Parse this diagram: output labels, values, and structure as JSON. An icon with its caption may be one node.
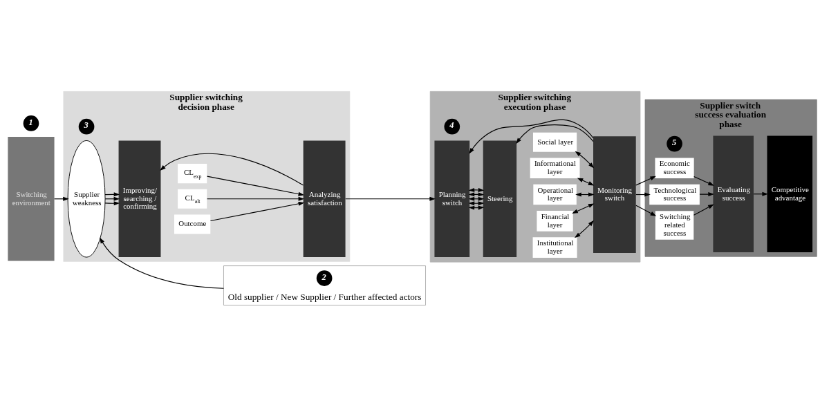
{
  "diagram": {
    "nodes": [
      {
        "text": [
          "Switching environment"
        ]
      },
      {
        "text": [
          "1"
        ]
      },
      {
        "text": [
          "Supplier switching decision phase"
        ]
      },
      {
        "text": [
          "3"
        ],
        "in": 2
      },
      {
        "text": [
          "Supplier weakness"
        ],
        "in": 2
      },
      {
        "text": [
          "Improving/ searching / confirming"
        ],
        "in": 2
      },
      {
        "text": [
          "Outcome"
        ],
        "in": 2
      },
      {
        "text": [
          "CL$_{alt}$"
        ],
        "in": 2
      },
      {
        "text": [
          "CL$_{exp}$"
        ],
        "in": 2
      },
      {
        "text": [
          "Analyzing satisfaction"
        ],
        "in": 2
      },
      {
        "text": [
          "Supplier switching execution phase"
        ]
      },
      {
        "text": [
          "4"
        ],
        "in": 10
      },
      {
        "text": [
          "Planning switch"
        ],
        "in": 10
      },
      {
        "text": [
          "Steering"
        ],
        "in": 10
      },
      {
        "text": [
          "Institutional layer"
        ],
        "in": 10
      },
      {
        "text": [
          "Financial layer"
        ],
        "in": 10
      },
      {
        "text": [
          "Operational layer"
        ],
        "in": 10
      },
      {
        "text": [
          "Informational layer"
        ],
        "in": 10
      },
      {
        "text": [
          "Social layer"
        ],
        "in": 10
      },
      {
        "text": [
          "Monitoring switch"
        ],
        "in": 10
      },
      {
        "text": [
          "Supplier switch success evaluation phase"
        ]
      },
      {
        "text": [
          "5"
        ],
        "in": 20
      },
      {
        "text": [
          "Economic success"
        ],
        "in": 20
      },
      {
        "text": [
          "Technological success"
        ],
        "in": 20
      },
      {
        "text": [
          "Switching related success"
        ],
        "in": 20
      },
      {
        "text": [
          "Evaluating success"
        ],
        "in": 20
      },
      {
        "text": [
          "Competitive advantage"
        ],
        "in": 20
      },
      {
        "text": [
          "Old supplier / New Supplier / Further affected actors"
        ]
      },
      {
        "text": [
          "2"
        ],
        "in": 27
      }
    ],
    "edges": [
      {
        "from": 0,
        "to": 4,
        "arrow": "to"
      },
      {
        "from": 4,
        "to": 5,
        "arrow": "to"
      },
      {
        "from": 4,
        "to": 5,
        "arrow": "to"
      },
      {
        "from": 4,
        "to": 5,
        "arrow": "to"
      },
      {
        "from": 27,
        "to": 4,
        "arrow": "to"
      },
      {
        "from": 6,
        "to": 9,
        "arrow": "to"
      },
      {
        "from": 7,
        "to": 9,
        "arrow": "to"
      },
      {
        "from": 8,
        "to": 9,
        "arrow": "to"
      },
      {
        "from": 9,
        "to": 5,
        "arrow": "to"
      },
      {
        "from": 9,
        "to": 12,
        "arrow": "to"
      },
      {
        "from": 12,
        "to": 13,
        "arrow": "both"
      },
      {
        "from": 12,
        "to": 13,
        "arrow": "both"
      },
      {
        "from": 12,
        "to": 13,
        "arrow": "both"
      },
      {
        "from": 12,
        "to": 13,
        "arrow": "both"
      },
      {
        "from": 12,
        "to": 13,
        "arrow": "both"
      },
      {
        "from": 14,
        "to": 19,
        "arrow": "both"
      },
      {
        "from": 15,
        "to": 19,
        "arrow": "both"
      },
      {
        "from": 16,
        "to": 19,
        "arrow": "both"
      },
      {
        "from": 17,
        "to": 19,
        "arrow": "both"
      },
      {
        "from": 18,
        "to": 19,
        "arrow": "both"
      },
      {
        "from": 19,
        "to": 12,
        "arrow": "to"
      },
      {
        "from": 19,
        "to": 13,
        "arrow": "to"
      },
      {
        "from": 19,
        "to": 22,
        "arrow": "to"
      },
      {
        "from": 19,
        "to": 23,
        "arrow": "to"
      },
      {
        "from": 19,
        "to": 24,
        "arrow": "to"
      },
      {
        "from": 22,
        "to": 25,
        "arrow": "to"
      },
      {
        "from": 23,
        "to": 25,
        "arrow": "to"
      },
      {
        "from": 24,
        "to": 25,
        "arrow": "to"
      },
      {
        "from": 25,
        "to": 26,
        "arrow": "to"
      }
    ]
  }
}
